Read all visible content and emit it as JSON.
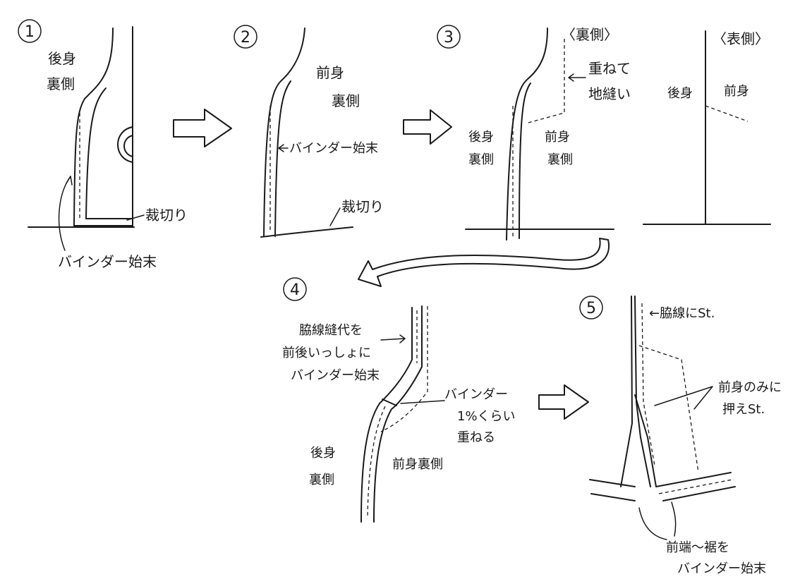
{
  "steps": [
    {
      "number": "1",
      "labels": {
        "back": "後身\n裏側",
        "cut": "裁切り",
        "binder": "バインダー始末"
      }
    },
    {
      "number": "2",
      "labels": {
        "front": "前身\n裏側",
        "binder": "バインダー始末",
        "cut": "裁切り"
      }
    },
    {
      "number": "3",
      "labels": {
        "ura_head": "〈裏側〉",
        "omote_head": "〈表側〉",
        "overlap": "重ねて\n地縫い",
        "back": "後身\n裏側",
        "front": "前身\n裏側",
        "omote_back": "後身",
        "omote_front": "前身"
      }
    },
    {
      "number": "4",
      "labels": {
        "note": "脇線縫代を\n前後いっしょに\nバインダー始末",
        "binder_overlap": "バインダー\n1%くらい\n重ねる",
        "back": "後身\n裏側",
        "front": "前身裏側"
      }
    },
    {
      "number": "5",
      "labels": {
        "side": "←脇線にSt.",
        "front_only": "前身のみに\n押えSt.",
        "hem": "前端〜裾を\nバインダー始末"
      }
    }
  ]
}
